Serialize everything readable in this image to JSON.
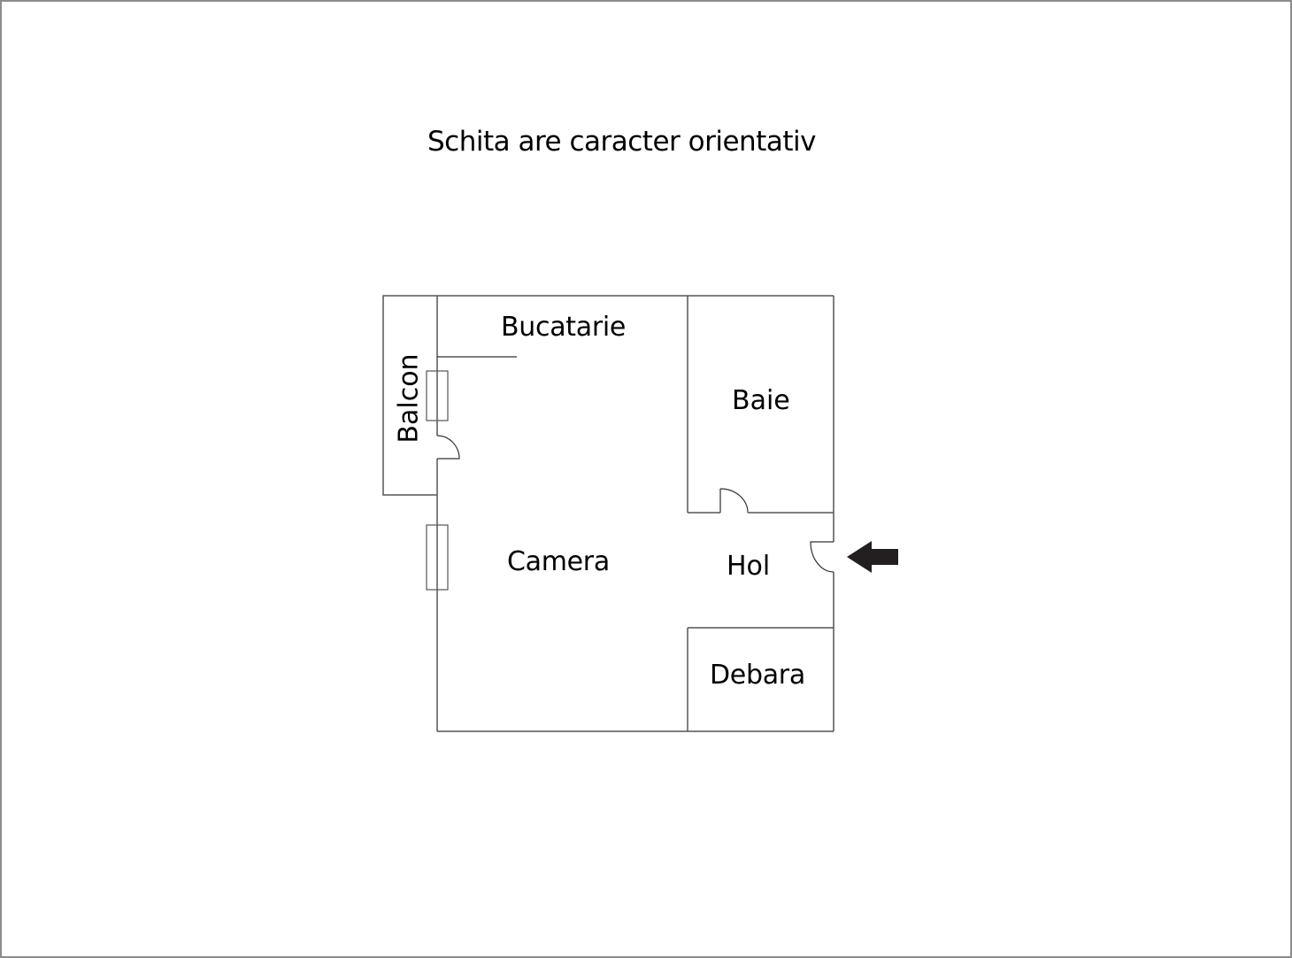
{
  "title": "Schita are caracter orientativ",
  "floor_plan": {
    "rooms": [
      {
        "id": "balcon",
        "label": "Balcon",
        "orientation": "vertical"
      },
      {
        "id": "bucatarie",
        "label": "Bucatarie"
      },
      {
        "id": "baie",
        "label": "Baie"
      },
      {
        "id": "camera",
        "label": "Camera"
      },
      {
        "id": "hol",
        "label": "Hol"
      },
      {
        "id": "debara",
        "label": "Debara"
      }
    ],
    "entrance_marker": "arrow-left-icon",
    "colors": {
      "wall": "#555555",
      "text": "#000000",
      "arrow": "#231f20",
      "frame_border": "#8c8c8c",
      "background": "#ffffff"
    }
  }
}
